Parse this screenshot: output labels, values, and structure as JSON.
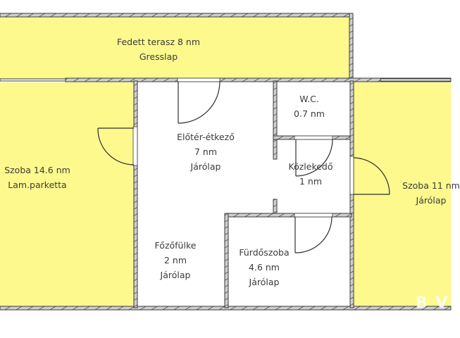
{
  "floorplan": {
    "colors": {
      "room_fill_yellow": "#fdf98c",
      "room_fill_white": "#ffffff",
      "wall": "#3a3a3a",
      "wall_inner": "#bdbdbd",
      "text": "#3b3b3b"
    },
    "rooms": [
      {
        "id": "fedett-terasz",
        "lines": [
          "Fedett terasz 8 nm",
          "Gresslap"
        ]
      },
      {
        "id": "szoba-14",
        "lines": [
          "Szoba 14.6 nm",
          "Lam.parketta"
        ]
      },
      {
        "id": "eloter",
        "lines": [
          "Előtér-étkező",
          "7 nm",
          "Járólap"
        ]
      },
      {
        "id": "wc",
        "lines": [
          "W.C.",
          "0.7 nm"
        ]
      },
      {
        "id": "kozlekedo",
        "lines": [
          "Közlekedő",
          "1 nm"
        ]
      },
      {
        "id": "szoba-11",
        "lines": [
          "Szoba 11 nm",
          "Járólap"
        ]
      },
      {
        "id": "fozofulke",
        "lines": [
          "Főzőfülke",
          "2 nm",
          "Járólap"
        ]
      },
      {
        "id": "furdoszoba",
        "lines": [
          "Fürdőszoba",
          "4.6 nm",
          "Járólap"
        ]
      }
    ],
    "watermark": "B V"
  }
}
